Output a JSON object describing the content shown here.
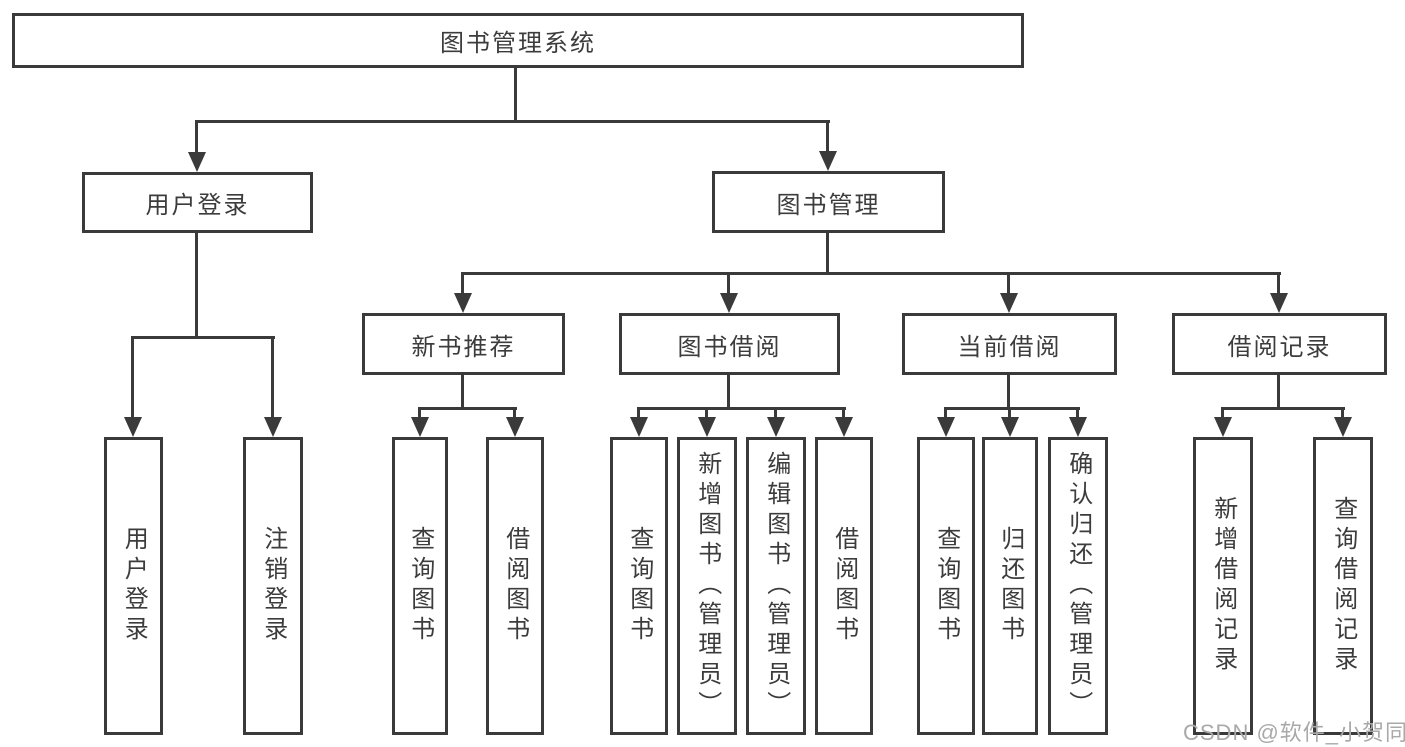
{
  "diagram": {
    "root": {
      "label": "图书管理系统"
    },
    "branches": [
      {
        "label": "用户登录",
        "leaves": [
          {
            "label": "用户登录"
          },
          {
            "label": "注销登录"
          }
        ]
      },
      {
        "label": "图书管理",
        "groups": [
          {
            "label": "新书推荐",
            "leaves": [
              {
                "label": "查询图书"
              },
              {
                "label": "借阅图书"
              }
            ]
          },
          {
            "label": "图书借阅",
            "leaves": [
              {
                "label": "查询图书"
              },
              {
                "label": "新增图书（管理员）"
              },
              {
                "label": "编辑图书（管理员）"
              },
              {
                "label": "借阅图书"
              }
            ]
          },
          {
            "label": "当前借阅",
            "leaves": [
              {
                "label": "查询图书"
              },
              {
                "label": "归还图书"
              },
              {
                "label": "确认归还（管理员）"
              }
            ]
          },
          {
            "label": "借阅记录",
            "leaves": [
              {
                "label": "新增借阅记录"
              },
              {
                "label": "查询借阅记录"
              }
            ]
          }
        ]
      }
    ],
    "colors": {
      "line": "#3a3a3a",
      "text": "#3c3c3c",
      "background": "#ffffff",
      "watermark": "#a9a9a9"
    }
  },
  "watermark": {
    "text": "CSDN @软件_小贺同学"
  }
}
